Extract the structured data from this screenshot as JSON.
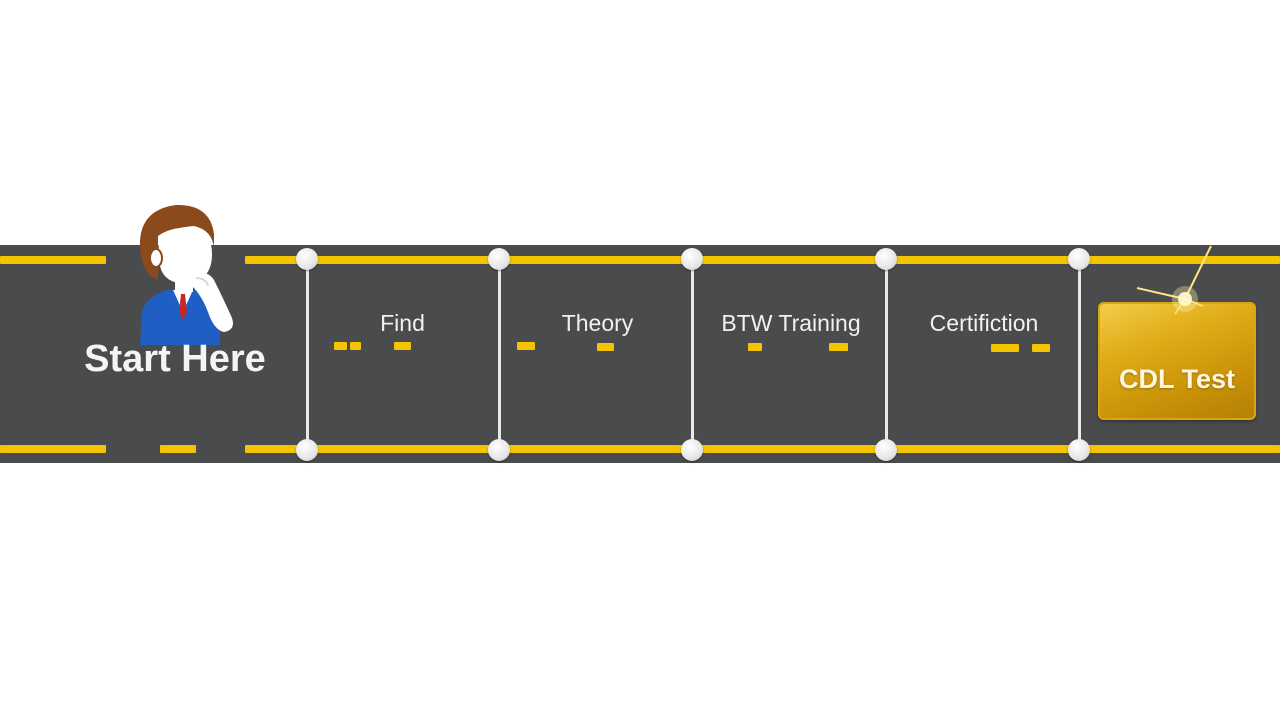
{
  "start": {
    "label": "Start Here"
  },
  "stages": [
    {
      "label": "Find"
    },
    {
      "label": "Theory"
    },
    {
      "label": "BTW Training"
    },
    {
      "label": "Certifiction"
    }
  ],
  "goal": {
    "label": "CDL Test"
  },
  "colors": {
    "road": "#4a4b4d",
    "lane_line": "#f5c400",
    "divider": "#e9e9e9",
    "goal_gold": "#d9a514",
    "label_text": "#f1f1f1"
  },
  "icons": [
    "person-thinking-icon",
    "sparkle-icon"
  ]
}
